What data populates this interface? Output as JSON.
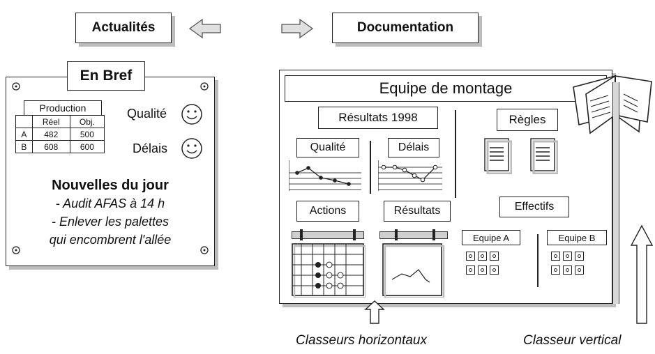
{
  "header": {
    "actualites": "Actualités",
    "documentation": "Documentation"
  },
  "en_bref": {
    "title": "En Bref",
    "production": {
      "title": "Production",
      "columns": [
        "",
        "Réel",
        "Obj."
      ],
      "rows": [
        [
          "A",
          "482",
          "500"
        ],
        [
          "B",
          "608",
          "600"
        ]
      ]
    },
    "qualite": "Qualité",
    "delais": "Délais",
    "news_title": "Nouvelles du jour",
    "news_items": [
      "- Audit AFAS à 14 h",
      "- Enlever les palettes",
      "qui encombrent l'allée"
    ]
  },
  "board": {
    "title": "Equipe de montage",
    "resultats": "Résultats 1998",
    "qualite": "Qualité",
    "delais": "Délais",
    "actions": "Actions",
    "resultats_small": "Résultats",
    "regles": "Règles",
    "effectifs": "Effectifs",
    "equipe_a": "Equipe A",
    "equipe_b": "Equipe B"
  },
  "captions": {
    "horizontal": "Classeurs horizontaux",
    "vertical": "Classeur vertical"
  }
}
